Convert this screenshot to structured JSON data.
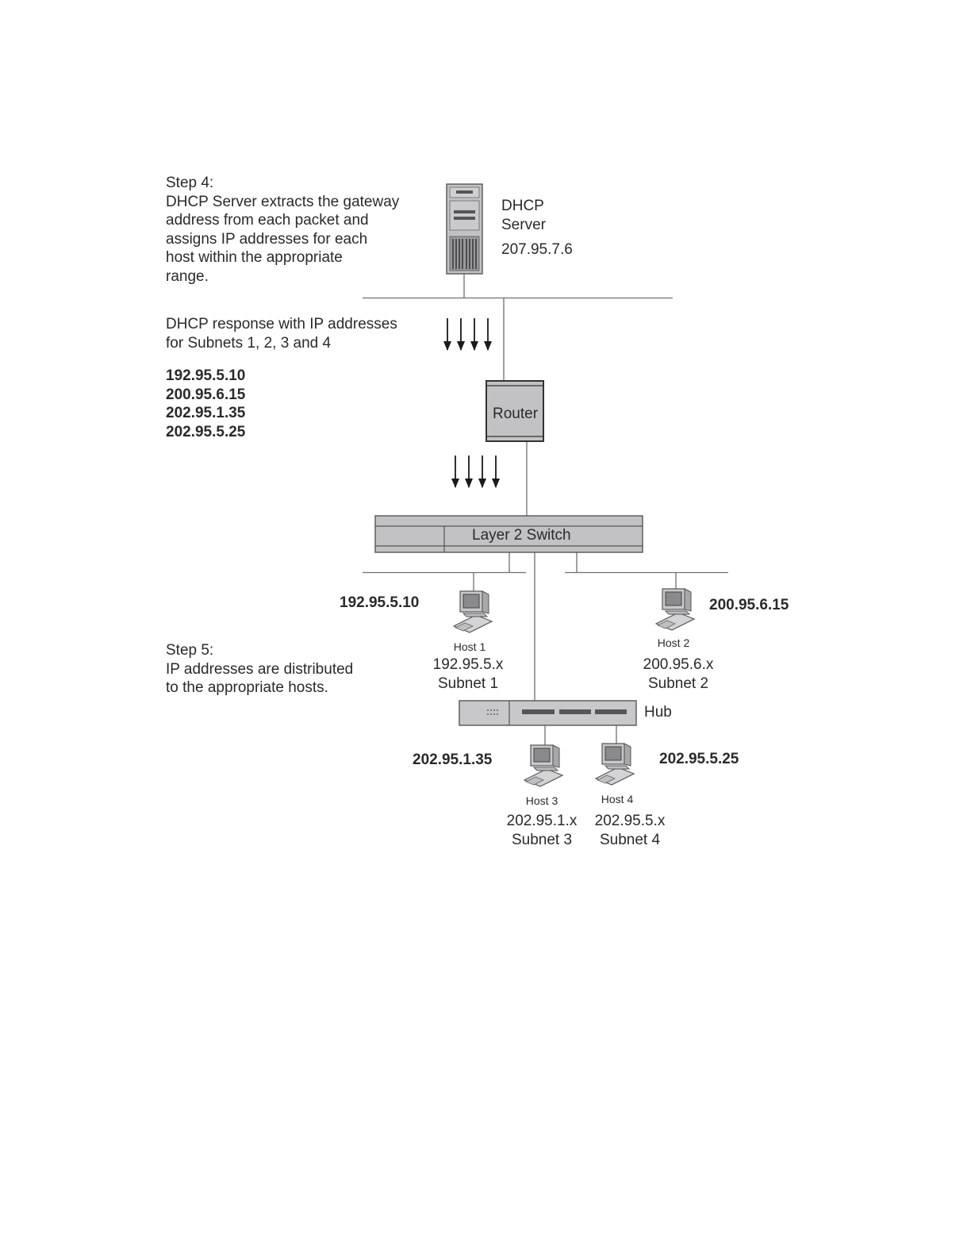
{
  "step4": {
    "heading": "Step 4:",
    "lines": [
      "DHCP Server extracts the gateway",
      "address from each packet and",
      "assigns IP addresses for each",
      "host within the appropriate",
      "range."
    ]
  },
  "dhcp_server": {
    "name_line1": "DHCP",
    "name_line2": "Server",
    "ip": "207.95.7.6",
    "icon": "server-tower-icon"
  },
  "response": {
    "lines": [
      "DHCP response with IP addresses",
      "for Subnets 1, 2, 3 and 4"
    ],
    "addresses": [
      "192.95.5.10",
      "200.95.6.15",
      "202.95.1.35",
      "202.95.5.25"
    ]
  },
  "router": {
    "label": "Router"
  },
  "switch": {
    "label": "Layer 2 Switch"
  },
  "hub": {
    "label": "Hub",
    "icon": "hub-icon"
  },
  "hosts": [
    {
      "name": "Host 1",
      "subnet_ip": "192.95.5.x",
      "subnet": "Subnet 1",
      "assigned_ip": "192.95.5.10",
      "icon": "computer-icon"
    },
    {
      "name": "Host 2",
      "subnet_ip": "200.95.6.x",
      "subnet": "Subnet 2",
      "assigned_ip": "200.95.6.15",
      "icon": "computer-icon"
    },
    {
      "name": "Host 3",
      "subnet_ip": "202.95.1.x",
      "subnet": "Subnet 3",
      "assigned_ip": "202.95.1.35",
      "icon": "computer-icon"
    },
    {
      "name": "Host 4",
      "subnet_ip": "202.95.5.x",
      "subnet": "Subnet 4",
      "assigned_ip": "202.95.5.25",
      "icon": "computer-icon"
    }
  ],
  "step5": {
    "heading": "Step 5:",
    "lines": [
      "IP addresses are distributed",
      "to the appropriate hosts."
    ]
  },
  "colors": {
    "device_fill": "#c2c2c4",
    "line": "#6f6f6f",
    "text": "#2a2a2a",
    "arrow": "#1a1a1a"
  }
}
